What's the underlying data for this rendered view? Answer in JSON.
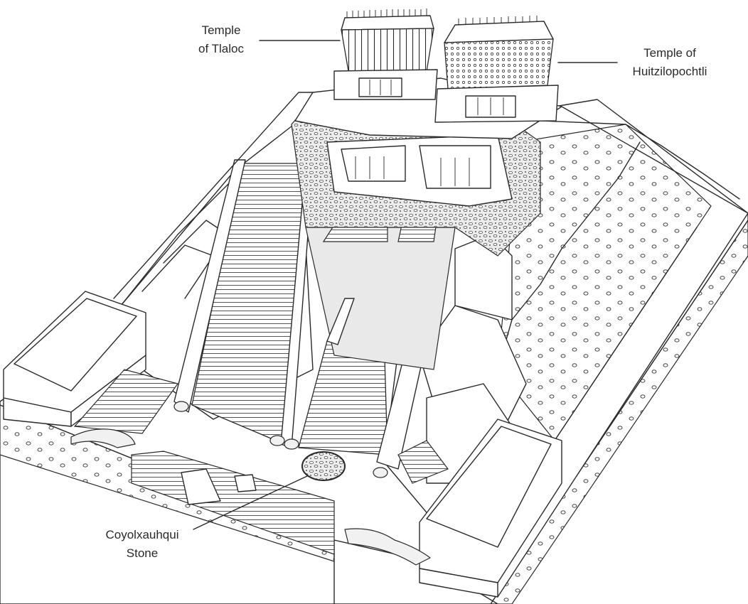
{
  "labels": {
    "tlaloc_line1": "Temple",
    "tlaloc_line2": "of Tlaloc",
    "huitz_line1": "Temple of",
    "huitz_line2": "Huitzilopochtli",
    "coyol_line1": "Coyolxauhqui",
    "coyol_line2": "Stone"
  },
  "colors": {
    "ink": "#2a2a2a",
    "paper": "#ffffff",
    "shade": "#e9e9e9"
  }
}
